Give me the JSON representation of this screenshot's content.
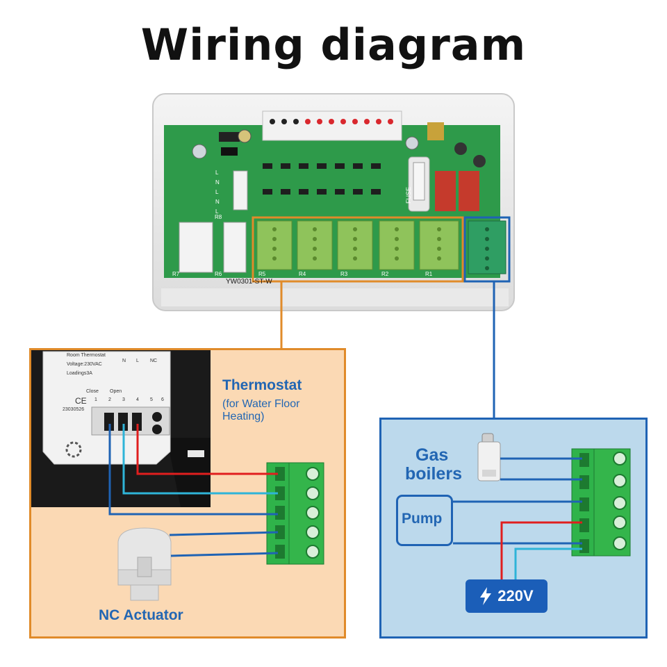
{
  "title": "Wiring diagram",
  "thermostat_panel": {
    "heading": "Thermostat",
    "subheading_line1": "(for Water Floor",
    "subheading_line2": "Heating)",
    "actuator_label": "NC Actuator",
    "device_labels": {
      "model": "Room Thermostat",
      "voltage": "Voltage:230VAC",
      "loadings": "Loadings3A",
      "ce": "CE",
      "serial": "23030526",
      "terminal_n": "N",
      "terminal_l": "L",
      "terminal_nc": "NC",
      "terminal_close": "Close",
      "terminal_open": "Open",
      "terminal_numbers": [
        "1",
        "2",
        "3",
        "4",
        "5",
        "6"
      ]
    }
  },
  "boiler_panel": {
    "gas_label_line1": "Gas",
    "gas_label_line2": "boilers",
    "pump_label": "Pump",
    "voltage_label": "220V"
  },
  "board": {
    "model_text": "YW0301-ST-W",
    "fuse_label": "FUSE",
    "zone_labels": [
      "R5",
      "R4",
      "R3",
      "R2",
      "R1"
    ],
    "left_labels": [
      "R8",
      "R7",
      "R6"
    ],
    "terminal_letters": [
      "L",
      "N",
      "L",
      "N",
      "L"
    ]
  },
  "colors": {
    "orange_accent": "#e08b2a",
    "blue_accent": "#1f63b4",
    "wire_red": "#e01e1e",
    "wire_blue": "#1f63b4",
    "wire_cyan": "#2fb4d8",
    "terminal_green": "#3ea64a",
    "pcb_green": "#2e9a4a"
  }
}
